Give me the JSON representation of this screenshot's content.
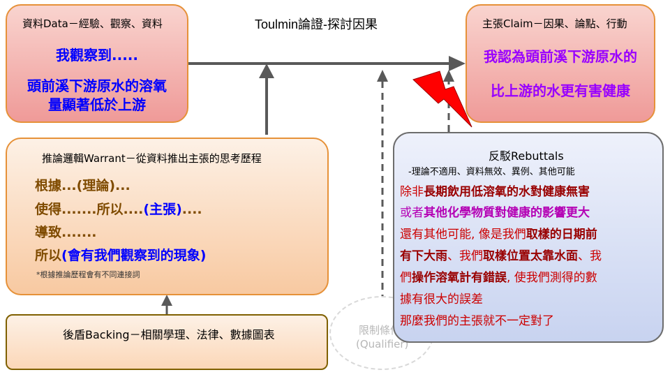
{
  "title": "Toulmin論證-探討因果",
  "data_box": {
    "header": "資料Data－經驗、觀察、資料",
    "line1": "我觀察到.....",
    "line2": "頭前溪下游原水的溶氧",
    "line3": "量顯著低於上游"
  },
  "claim_box": {
    "header": "主張Claim－因果、論點、行動",
    "line1": "我認為頭前溪下游原水的",
    "line2": "比上游的水更有害健康"
  },
  "warrant_box": {
    "header": "推論邏輯Warrant－從資料推出主張的思考歷程",
    "line1": "根據...(理論)...",
    "line2a": "使得.......所以....",
    "line2b": "(主張)",
    "line2c": "....",
    "line3": "導致.......",
    "line4a": "所以",
    "line4b": "(會有我們觀察到的現象)",
    "note": "*根據推論歷程會有不同連接詞"
  },
  "backing_box": {
    "header": "後盾Backing－相關學理、法律、數據圖表"
  },
  "qualifier": {
    "line1": "限制條件",
    "line2": "(Qualifier)"
  },
  "rebuttal_box": {
    "header": "反駁Rebuttals",
    "subheader": "-理論不適用、資料無效、異例、其他可能",
    "r1a": "除非",
    "r1b": "長期飲用低溶氧的水對健康無害",
    "r2a": "或者",
    "r2b": "其他化學物質對健康的影響更大",
    "r3a": "還有其他可能, 像是我們",
    "r3b": "取樣的日期前",
    "r4a": "有下大雨",
    "r4b": "、我們",
    "r4c": "取樣位置太靠水面",
    "r4d": "、我",
    "r5a": "們",
    "r5b": "操作溶氧計有錯誤",
    "r5c": ", 使我們測得的數",
    "r6": "據有很大的誤差",
    "r7": "那麼我們的主張就不一定對了"
  },
  "colors": {
    "arrow": "#595959",
    "lightning": "#ff0000",
    "blue_text": "#0000ff",
    "purple_text": "#9900ff",
    "brown_text": "#7f4b00"
  }
}
